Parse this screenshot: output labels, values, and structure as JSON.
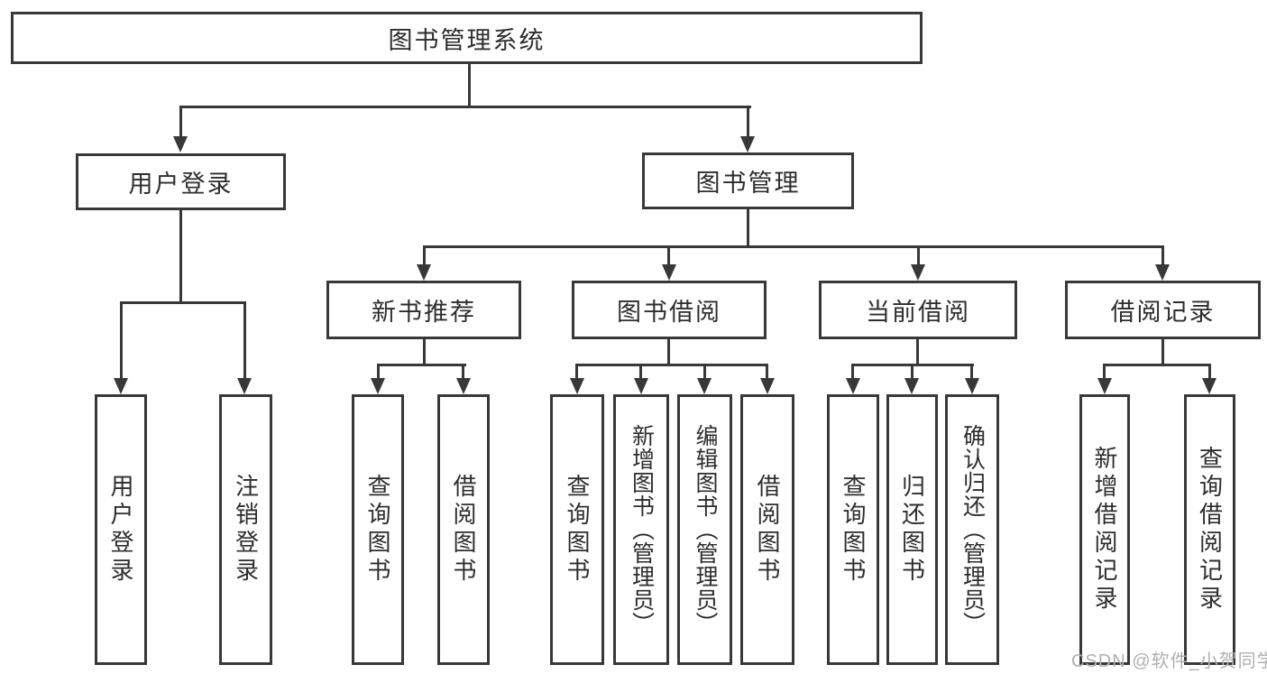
{
  "diagram": {
    "root": {
      "label": "图书管理系统"
    },
    "level2": [
      {
        "label": "用户登录"
      },
      {
        "label": "图书管理"
      }
    ],
    "level3": [
      {
        "label": "新书推荐"
      },
      {
        "label": "图书借阅"
      },
      {
        "label": "当前借阅"
      },
      {
        "label": "借阅记录"
      }
    ],
    "leaves": {
      "user_login": [
        "用户登录",
        "注销登录"
      ],
      "new_book_recommend": [
        "查询图书",
        "借阅图书"
      ],
      "book_borrow": [
        "查询图书",
        "新增图书（管理员）",
        "编辑图书（管理员）",
        "借阅图书"
      ],
      "current_borrow": [
        "查询图书",
        "归还图书",
        "确认归还（管理员）"
      ],
      "borrow_records": [
        "新增借阅记录",
        "查询借阅记录"
      ]
    }
  },
  "watermark": {
    "text": "CSDN @软件_小贺同学"
  },
  "colors": {
    "line": "#383838",
    "box_border": "#383838",
    "text": "#2d2d2d",
    "watermark": "#b0b0b0",
    "background": "#ffffff"
  }
}
